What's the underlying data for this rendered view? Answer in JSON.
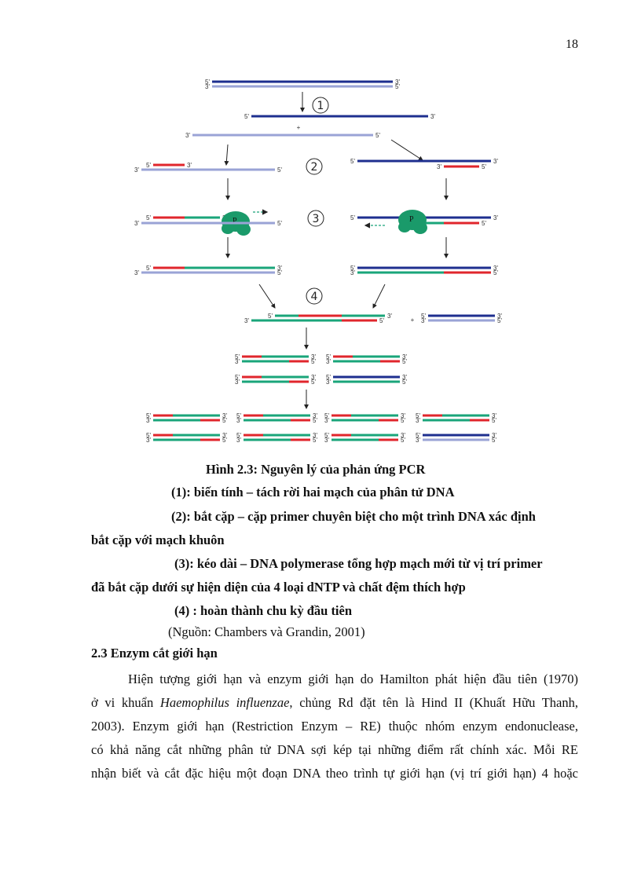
{
  "page_number": "18",
  "figure": {
    "caption_title": "Hình 2.3: Nguyên lý của phản ứng PCR",
    "step1": "(1): biến tính – tách rời hai mạch của phân tử DNA",
    "step2_a": "(2): bắt cặp – cặp primer chuyên biệt cho một trình DNA xác định",
    "step2_b": "bắt cặp với mạch khuôn",
    "step3_a": "(3): kéo dài – DNA polymerase tổng hợp mạch mới từ vị trí primer",
    "step3_b": "đã bắt cặp dưới sự hiện diện của 4 loại dNTP và chất đệm thích hợp",
    "step4": "(4) : hoàn thành chu kỳ đầu tiên",
    "source": "(Nguồn: Chambers và Grandin, 2001)",
    "diagram_labels": {
      "five": "5'",
      "three": "3'",
      "plus": "+",
      "polymerase": "P",
      "steps": [
        "1",
        "2",
        "3",
        "4"
      ]
    },
    "colors": {
      "dark_blue": "#1e2f8f",
      "light_blue": "#9aa3d6",
      "primer_red": "#e0262c",
      "new_green": "#1aa57a",
      "polymerase": "#1a9a6a"
    }
  },
  "section": {
    "heading": "2.3 Enzym cắt giới hạn",
    "lines": [
      "Hiện tượng giới hạn và enzym giới hạn do Hamilton phát hiện đầu tiên (1970)",
      [
        "ở vi khuẩn ",
        "Haemophilus influenzae",
        ", chủng Rd đặt tên là Hind II (Khuất Hữu Thanh,"
      ],
      "2003). Enzym giới hạn (Restriction Enzym – RE) thuộc nhóm enzym endonuclease,",
      "có khả năng cắt những phân tử DNA sợi kép tại những điểm rất chính xác. Mỗi RE",
      "nhận biết và cắt đặc hiệu một đoạn DNA theo trình tự giới hạn (vị trí giới hạn) 4 hoặc"
    ]
  }
}
